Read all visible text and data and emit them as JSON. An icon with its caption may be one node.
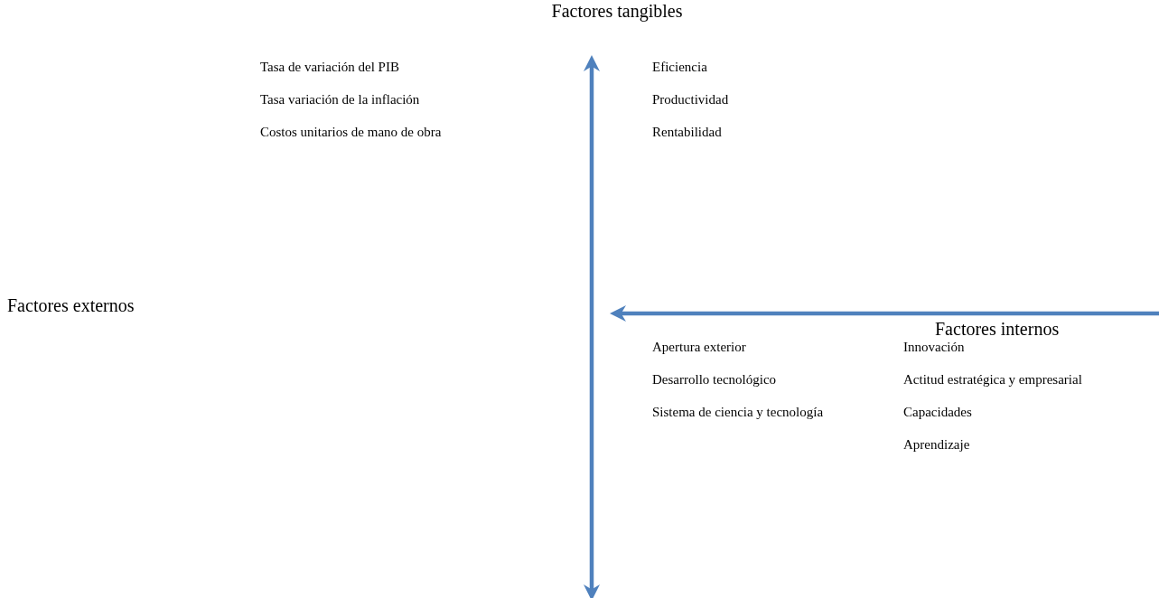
{
  "diagram": {
    "labels": [
      "Factores tangibles",
      "Tasa de variación del PIB",
      "Tasa variación de la inflación",
      "Costos unitarios de mano de obra",
      "Eficiencia",
      "Productividad",
      "Rentabilidad",
      "Factores externos",
      "Factores internos",
      "Apertura exterior",
      "Desarrollo tecnológico",
      "Sistema de ciencia y tecnología",
      "Innovación",
      "Actitud estratégica y empresarial",
      "Capacidades",
      "Aprendizaje"
    ]
  }
}
